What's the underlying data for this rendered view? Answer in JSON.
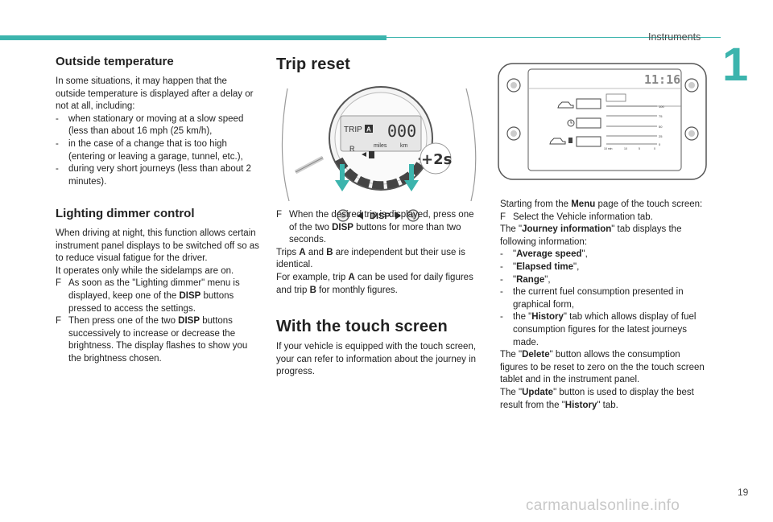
{
  "header": {
    "section": "Instruments",
    "chapter": "1"
  },
  "page_number": "19",
  "watermark": "carmanualsonline.info",
  "outside_temperature": {
    "title": "Outside temperature",
    "intro": "In some situations, it may happen that the outside temperature is displayed after a delay or not at all, including:",
    "items": [
      "when stationary or moving at a slow speed (less than about 16 mph (25 km/h),",
      "in the case of a change that is too high (entering or leaving a garage, tunnel, etc.),",
      "during very short journeys (less than about 2 minutes)."
    ],
    "dash": "-"
  },
  "lighting_dimmer": {
    "title": "Lighting dimmer control",
    "p1": "When driving at night, this function allows certain instrument panel displays to be switched off so as to reduce visual fatigue for the driver.",
    "p2": "It operates only while the sidelamps are on.",
    "bullet": "F",
    "s1a": "As soon as the \"Lighting dimmer\" menu is displayed, keep one of the ",
    "s1b": "DISP",
    "s1c": " buttons pressed to access the settings.",
    "s2a": "Then press one of the two ",
    "s2b": "DISP",
    "s2c": " buttons successively to increase or decrease the brightness. The display flashes to show you the brightness chosen."
  },
  "trip_reset": {
    "title": "Trip reset",
    "figure": {
      "trip": "TRIP",
      "trip_letter": "A",
      "digits": "000",
      "miles": "miles",
      "km": "km",
      "r": "R",
      "hold": "+2s",
      "disp": "DISP"
    },
    "bullet": "F",
    "s1a": "When the desired trip is displayed, press one of the two ",
    "s1b": "DISP",
    "s1c": " buttons for more than two seconds.",
    "p2a": "Trips ",
    "p2b": "A",
    "p2c": " and ",
    "p2d": "B",
    "p2e": " are independent but their use is identical.",
    "p3a": "For example, trip ",
    "p3b": "A",
    "p3c": " can be used for daily figures and trip ",
    "p3d": "B",
    "p3e": " for monthly figures."
  },
  "touch_screen": {
    "title": "With the touch screen",
    "p1": "If your vehicle is equipped with the touch screen, your can refer to information about the journey in progress.",
    "figure": {
      "clock": "11:16",
      "ticks": [
        "100",
        "75",
        "50",
        "25",
        "0"
      ],
      "x_axis": [
        "10 min",
        "10",
        "5",
        "0"
      ]
    },
    "intro_a": "Starting from the ",
    "intro_b": "Menu",
    "intro_c": " page of the touch screen:",
    "bullet": "F",
    "step": "Select the Vehicle information tab.",
    "jt_a": "The \"",
    "jt_b": "Journey information",
    "jt_c": "\" tab displays the following information:",
    "dash": "-",
    "list_avg": "Average speed",
    "list_elapsed": "Elapsed time",
    "list_range": "Range",
    "list_fuel": "the current fuel consumption presented in graphical form,",
    "hist_a": "the \"",
    "hist_b": "History",
    "hist_c": "\" tab which allows display of fuel consumption figures for the latest journeys made.",
    "del_a": "The \"",
    "del_b": "Delete",
    "del_c": "\" button allows the consumption figures to be reset to zero on the the touch screen tablet and in the instrument panel.",
    "upd_a": "The \"",
    "upd_b": "Update",
    "upd_c": "\" button is used to display the best result from the \"",
    "upd_d": "History",
    "upd_e": "\" tab."
  }
}
